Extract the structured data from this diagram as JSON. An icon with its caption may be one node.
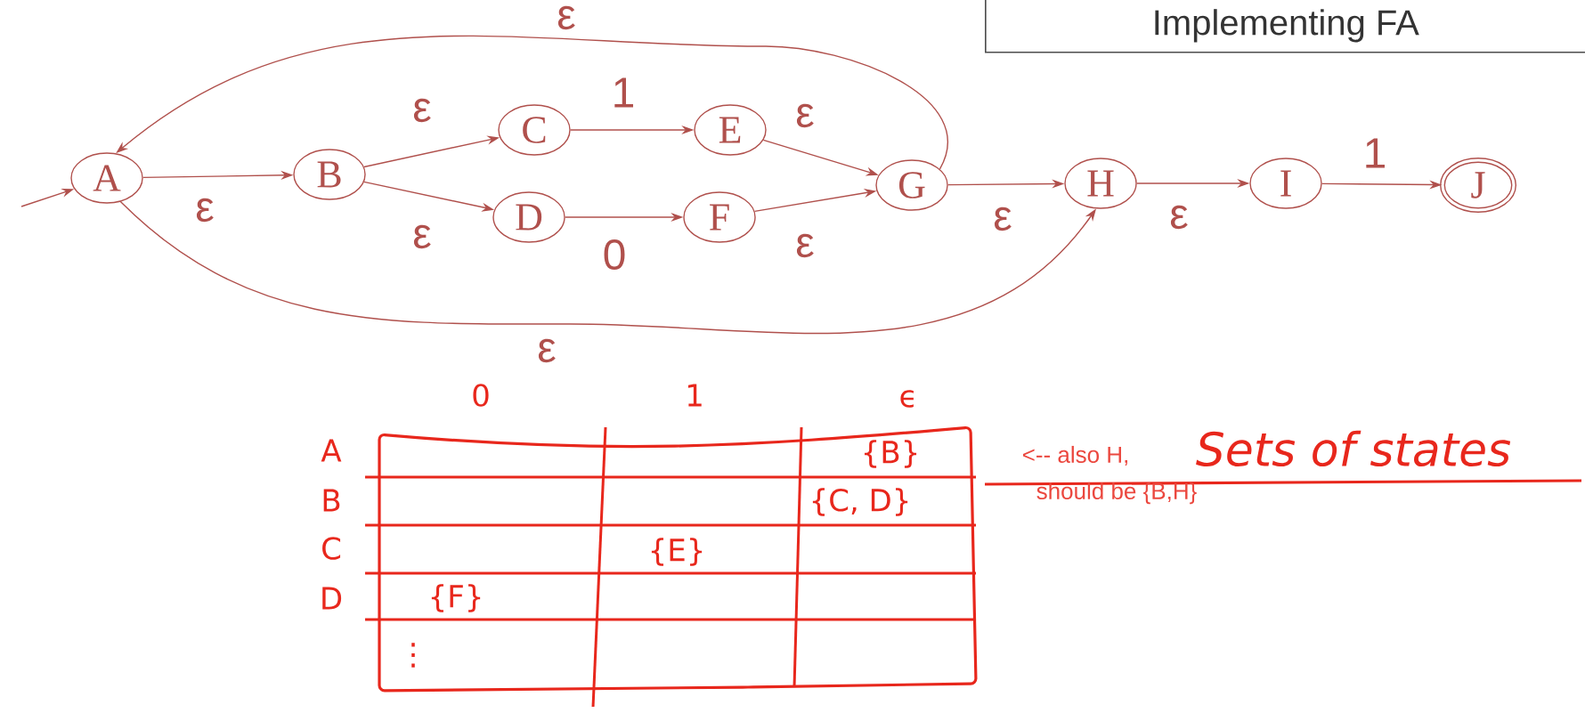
{
  "diagram": {
    "title": "Implementing FA",
    "nodes": [
      {
        "text": [
          "A"
        ]
      },
      {
        "text": [
          "B"
        ]
      },
      {
        "text": [
          "C"
        ]
      },
      {
        "text": [
          "D"
        ]
      },
      {
        "text": [
          "E"
        ]
      },
      {
        "text": [
          "F"
        ]
      },
      {
        "text": [
          "G"
        ]
      },
      {
        "text": [
          "H"
        ]
      },
      {
        "text": [
          "I"
        ]
      },
      {
        "text": [
          "J"
        ]
      }
    ],
    "edges": [
      {
        "from": null,
        "to": 0,
        "arrow": "to"
      },
      {
        "from": 0,
        "to": 1,
        "arrow": "to",
        "label": "ε"
      },
      {
        "from": 1,
        "to": 2,
        "arrow": "to",
        "label": "ε"
      },
      {
        "from": 1,
        "to": 3,
        "arrow": "to",
        "label": "ε"
      },
      {
        "from": 2,
        "to": 4,
        "arrow": "to",
        "label": "1"
      },
      {
        "from": 3,
        "to": 5,
        "arrow": "to",
        "label": "0"
      },
      {
        "from": 4,
        "to": 6,
        "arrow": "to",
        "label": "ε"
      },
      {
        "from": 5,
        "to": 6,
        "arrow": "to",
        "label": "ε"
      },
      {
        "from": 6,
        "to": 0,
        "arrow": "to",
        "label": "ε"
      },
      {
        "from": 6,
        "to": 7,
        "arrow": "to",
        "label": "ε"
      },
      {
        "from": 0,
        "to": 7,
        "arrow": "to",
        "label": "ε"
      },
      {
        "from": 7,
        "to": 8,
        "arrow": "to",
        "label": "ε"
      },
      {
        "from": 8,
        "to": 9,
        "arrow": "to",
        "label": "1"
      }
    ],
    "labels": [
      "0",
      "1",
      "ϵ",
      "A",
      "{B}",
      "<-- also H,",
      "Sets of states",
      "B",
      "{C, D}",
      "should be {B,H}",
      "C",
      "{E}",
      "D",
      "{F}",
      "⋮"
    ]
  }
}
